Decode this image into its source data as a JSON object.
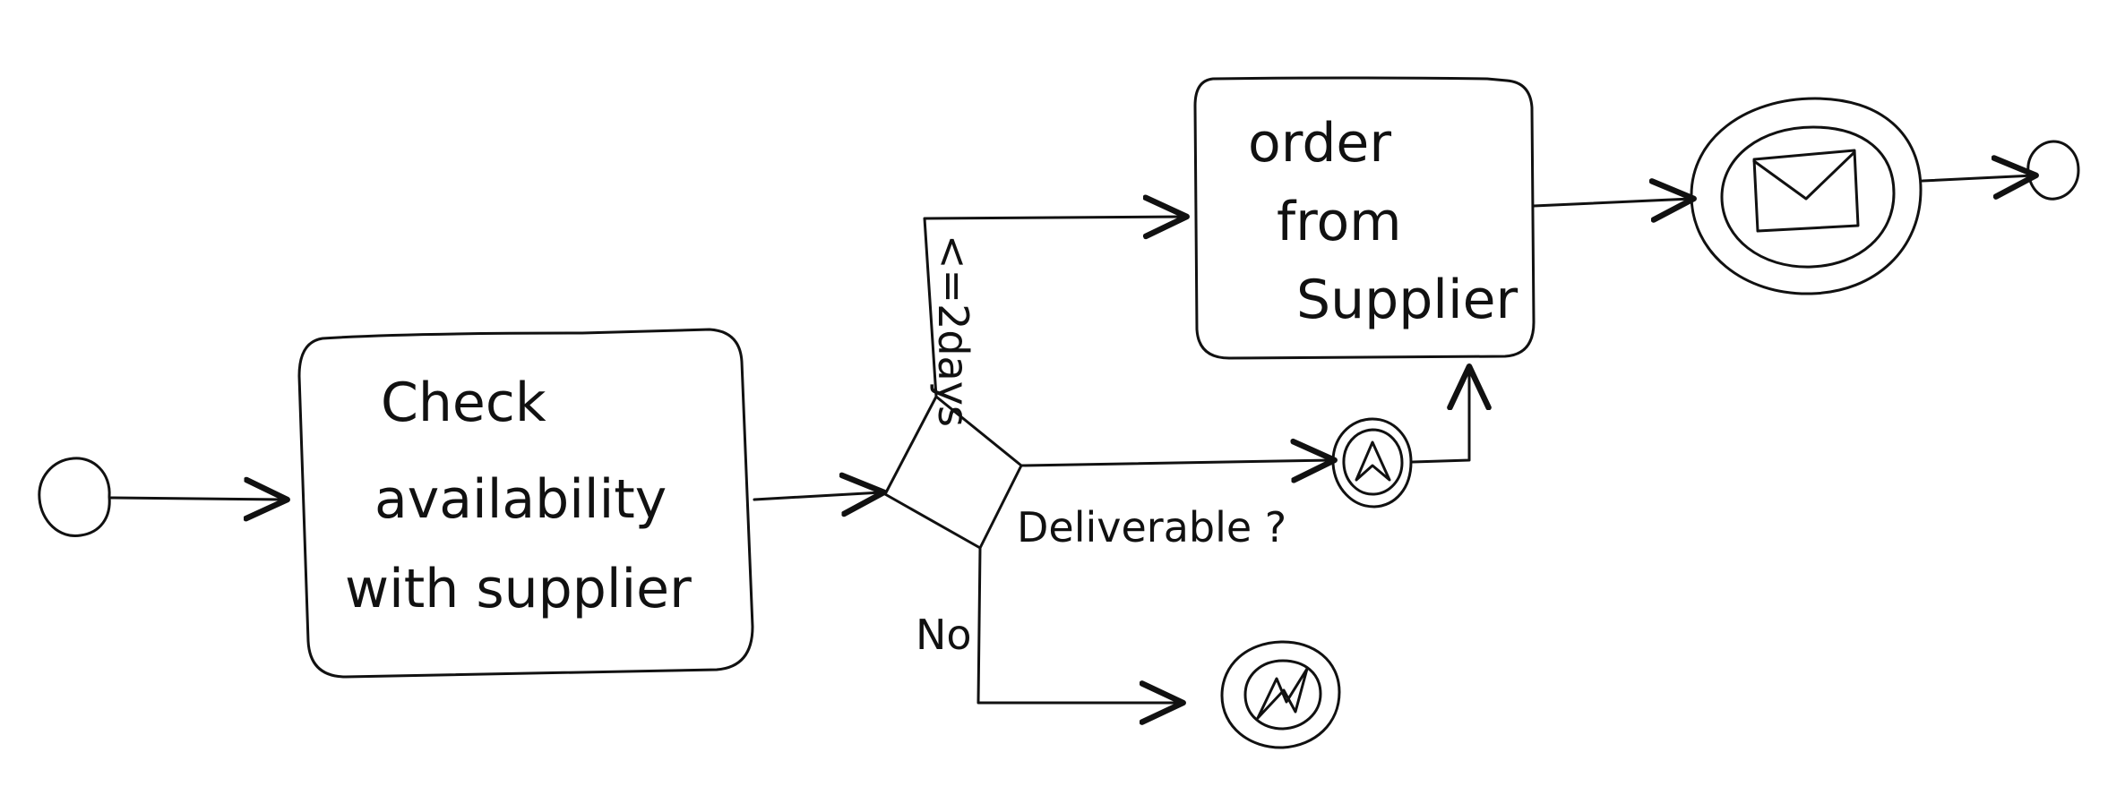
{
  "diagram": {
    "tasks": {
      "check": {
        "line1": "Check",
        "line2": "availability",
        "line3": "with supplier"
      },
      "order": {
        "line1": "order",
        "line2": "from",
        "line3": "Supplier"
      }
    },
    "gateway": {
      "label": "Deliverable ?"
    },
    "flows": {
      "upper_condition": "<=2days",
      "no_label": "No"
    },
    "icons": {
      "start": "start-event-circle",
      "intermediate_escalation": "escalation-icon",
      "error_end": "error-icon",
      "message_event": "envelope-icon",
      "end": "end-event-circle"
    },
    "colors": {
      "ink": "#111111",
      "paper": "#ffffff"
    }
  }
}
